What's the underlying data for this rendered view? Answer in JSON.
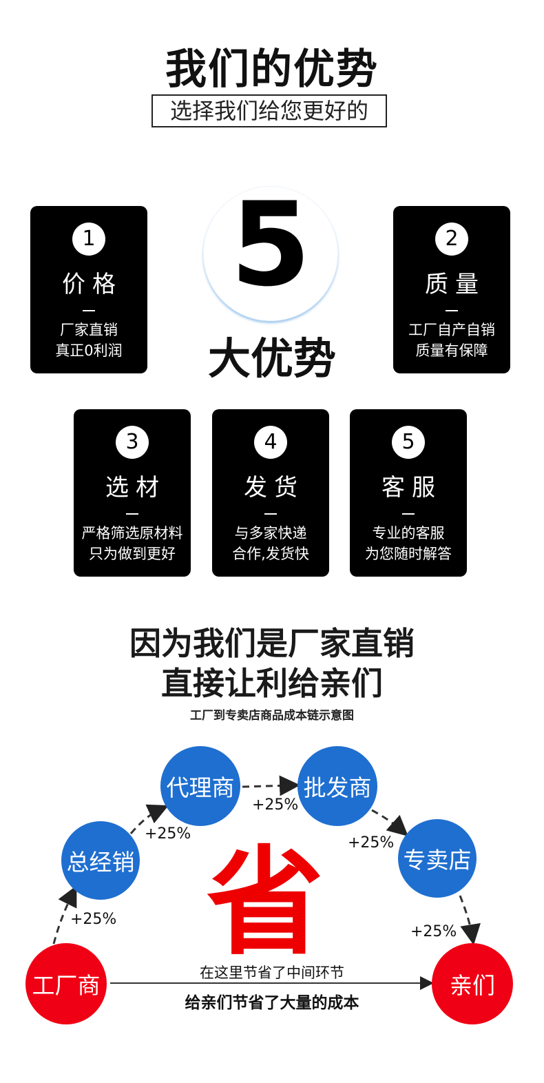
{
  "header": {
    "title": "我们的优势",
    "subtitle": "选择我们给您更好的"
  },
  "hero": {
    "number": "5",
    "label": "大优势"
  },
  "cards": [
    {
      "num": "1",
      "title": "价格",
      "dash": "—",
      "line1": "厂家直销",
      "line2": "真正0利润"
    },
    {
      "num": "2",
      "title": "质量",
      "dash": "—",
      "line1": "工厂自产自销",
      "line2": "质量有保障"
    },
    {
      "num": "3",
      "title": "选材",
      "dash": "—",
      "line1": "严格筛选原材料",
      "line2": "只为做到更好"
    },
    {
      "num": "4",
      "title": "发货",
      "dash": "—",
      "line1": "与多家快递",
      "line2": "合作,发货快"
    },
    {
      "num": "5",
      "title": "客服",
      "dash": "—",
      "line1": "专业的客服",
      "line2": "为您随时解答"
    }
  ],
  "section2": {
    "line1": "因为我们是厂家直销",
    "line2": "直接让利给亲们",
    "caption": "工厂到专卖店商品成本链示意图"
  },
  "chain": {
    "nodes": [
      "工厂商",
      "总经销",
      "代理商",
      "批发商",
      "专卖店",
      "亲们"
    ],
    "markups": [
      "+25%",
      "+25%",
      "+25%",
      "+25%",
      "+25%"
    ],
    "center_char": "省",
    "middle_line1": "在这里节省了中间环节",
    "middle_line2": "给亲们节省了大量的成本",
    "colors": {
      "blue": "#1f6fd0",
      "red": "#f00014"
    }
  }
}
